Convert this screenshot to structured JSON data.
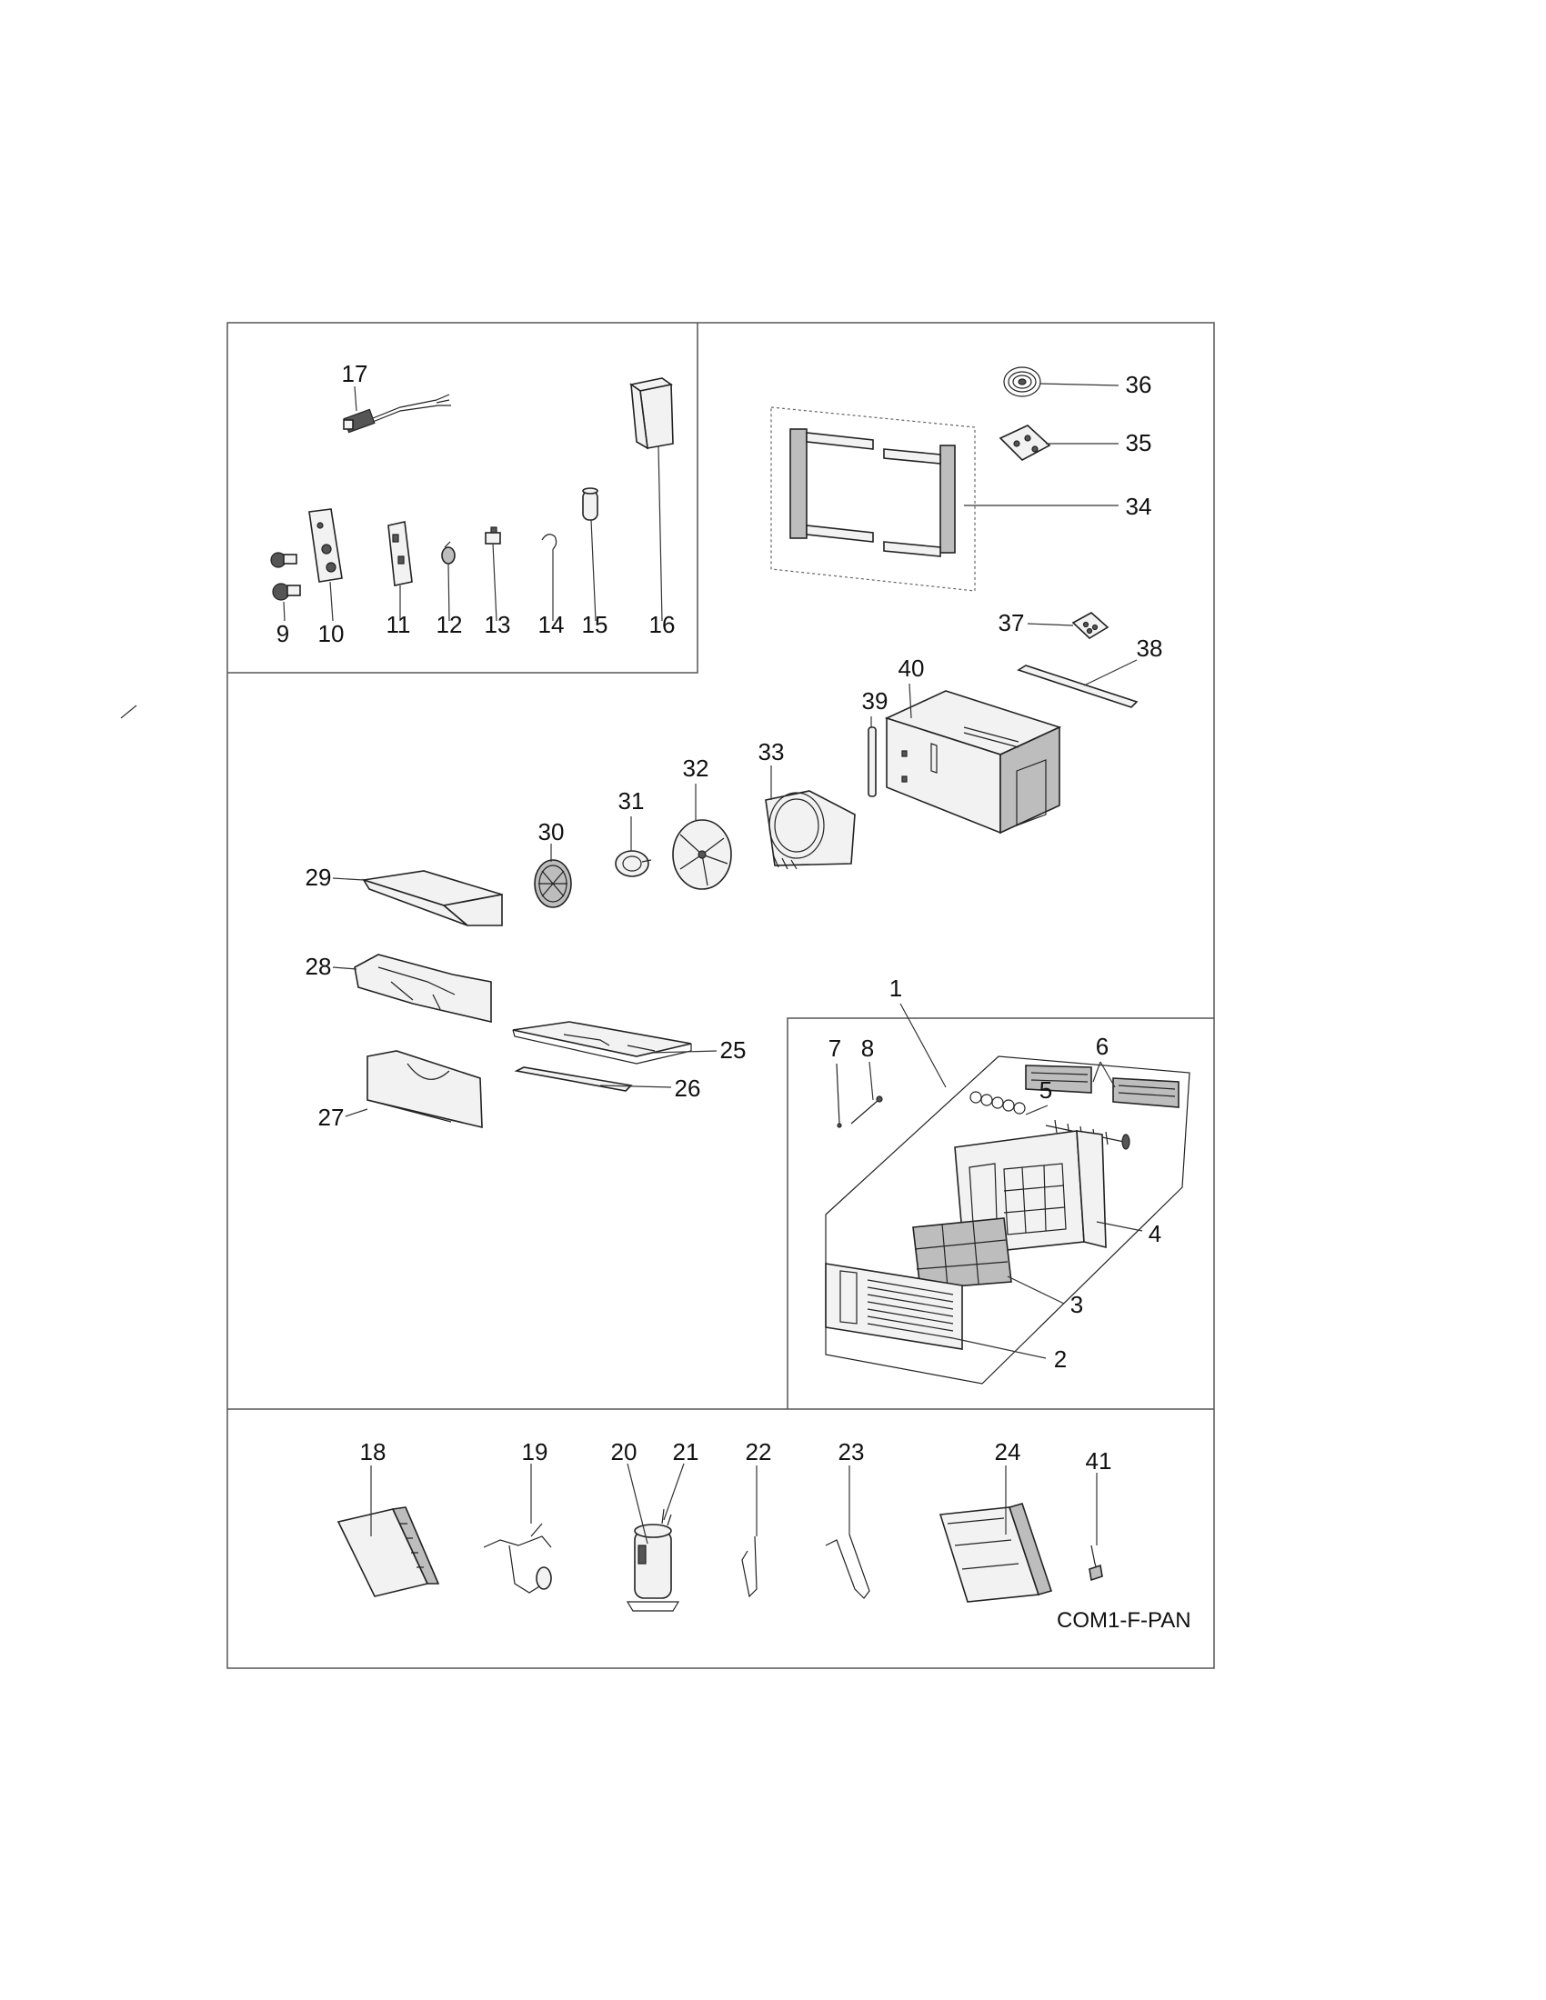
{
  "diagram_code": "COM1-F-PAN",
  "parts": [
    {
      "number": "1"
    },
    {
      "number": "2"
    },
    {
      "number": "3"
    },
    {
      "number": "4"
    },
    {
      "number": "5"
    },
    {
      "number": "6"
    },
    {
      "number": "7"
    },
    {
      "number": "8"
    },
    {
      "number": "9"
    },
    {
      "number": "10"
    },
    {
      "number": "11"
    },
    {
      "number": "12"
    },
    {
      "number": "13"
    },
    {
      "number": "14"
    },
    {
      "number": "15"
    },
    {
      "number": "16"
    },
    {
      "number": "17"
    },
    {
      "number": "18"
    },
    {
      "number": "19"
    },
    {
      "number": "20"
    },
    {
      "number": "21"
    },
    {
      "number": "22"
    },
    {
      "number": "23"
    },
    {
      "number": "24"
    },
    {
      "number": "25"
    },
    {
      "number": "26"
    },
    {
      "number": "27"
    },
    {
      "number": "28"
    },
    {
      "number": "29"
    },
    {
      "number": "30"
    },
    {
      "number": "31"
    },
    {
      "number": "32"
    },
    {
      "number": "33"
    },
    {
      "number": "34"
    },
    {
      "number": "35"
    },
    {
      "number": "36"
    },
    {
      "number": "37"
    },
    {
      "number": "38"
    },
    {
      "number": "39"
    },
    {
      "number": "40"
    },
    {
      "number": "41"
    }
  ]
}
